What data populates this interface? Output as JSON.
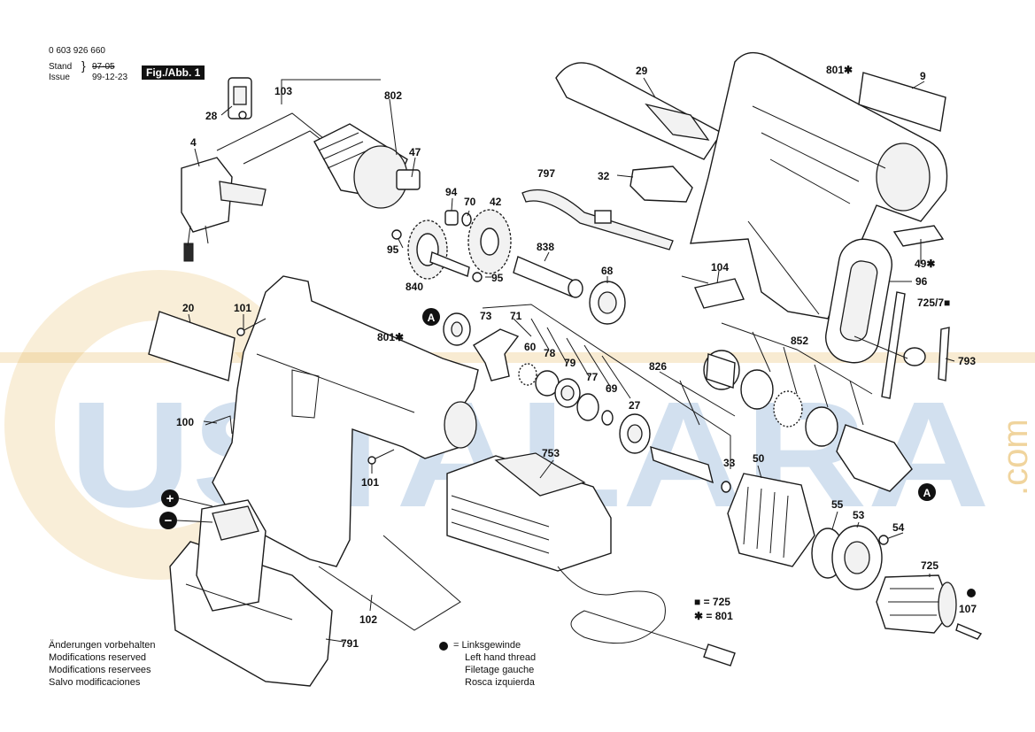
{
  "header": {
    "part_number": "0 603 926 660",
    "stand_label": "Stand",
    "issue_label": "Issue",
    "stand_value": "97-05",
    "issue_value": "99-12-23",
    "figure_label": "Fig./Abb. 1"
  },
  "notes": {
    "modifications": [
      "Änderungen vorbehalten",
      "Modifications reserved",
      "Modifications reservees",
      "Salvo modificaciones"
    ],
    "left_hand_thread": [
      "= Linksgewinde",
      "Left hand thread",
      "Filetage gauche",
      "Rosca izquierda"
    ]
  },
  "legend": {
    "square_item": "■ = 725",
    "star_item": "✱ = 801"
  },
  "part_labels": {
    "p28": "28",
    "p103": "103",
    "p802": "802",
    "p47": "47",
    "p4": "4",
    "p94": "94",
    "p70": "70",
    "p42": "42",
    "p95a": "95",
    "p95b": "95",
    "p840": "840",
    "p838": "838",
    "p797": "797",
    "p29": "29",
    "p32": "32",
    "p801a": "801✱",
    "p9": "9",
    "p104": "104",
    "p49": "49✱",
    "p96": "96",
    "p725_7": "725/7■",
    "p793": "793",
    "p68": "68",
    "p73": "73",
    "p71": "71",
    "p60": "60",
    "p78": "78",
    "p79": "79",
    "p77": "77",
    "p69": "69",
    "p826": "826",
    "p27": "27",
    "p33": "33",
    "p852": "852",
    "p20": "20",
    "p101a": "101",
    "p801b": "801✱",
    "p100": "100",
    "p101b": "101",
    "p753": "753",
    "p50": "50",
    "p55": "55",
    "p53": "53",
    "p54": "54",
    "p725": "725",
    "p107": "107",
    "p102": "102",
    "p791": "791",
    "marker_a1": "A",
    "marker_a2": "A",
    "plus": "+",
    "minus": "−"
  },
  "watermark": {
    "text": "USTALARA",
    "suffix": ".com",
    "colors": {
      "blue": "#5f8fc6",
      "gold": "#e3b14d"
    }
  }
}
